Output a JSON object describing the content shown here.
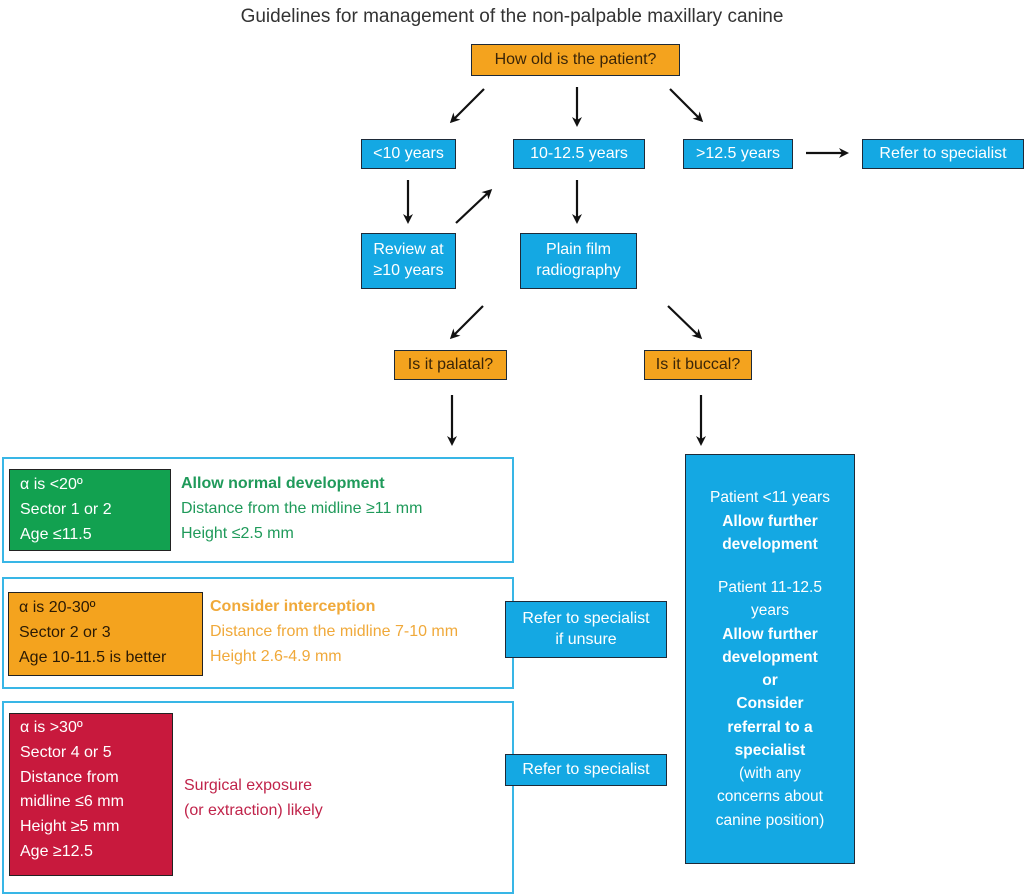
{
  "title": "Guidelines for management of the non-palpable maxillary canine",
  "nodes": {
    "age_question": "How old is the patient?",
    "under10": "<10 years",
    "age10_12": "10-12.5 years",
    "over12": ">12.5 years",
    "refer_top": "Refer to specialist",
    "review": [
      "Review at",
      "≥10 years"
    ],
    "plain_film": [
      "Plain film",
      "radiography"
    ],
    "palatal_q": "Is it palatal?",
    "buccal_q": "Is it buccal?"
  },
  "palatal": [
    {
      "criteria": [
        "α is <20º",
        "Sector 1 or 2",
        "Age ≤11.5"
      ],
      "heading": "Allow normal development",
      "details": [
        "Distance from the midline ≥11 mm",
        "Height ≤2.5 mm"
      ],
      "color": "#12a150"
    },
    {
      "criteria": [
        "α is 20-30º",
        "Sector 2 or 3",
        "Age 10-11.5 is better"
      ],
      "heading": "Consider interception",
      "details": [
        "Distance from the midline 7-10 mm",
        "Height 2.6-4.9 mm"
      ],
      "color": "#f4a31e",
      "side_action": [
        "Refer to specialist",
        "if unsure"
      ]
    },
    {
      "criteria": [
        "α is >30º",
        "Sector 4 or 5",
        "Distance from",
        "midline ≤6 mm",
        "Height ≥5 mm",
        "Age ≥12.5"
      ],
      "heading_lines": [
        "Surgical exposure",
        "(or extraction) likely"
      ],
      "color": "#c8193d",
      "side_action": [
        "Refer to specialist"
      ]
    }
  ],
  "buccal": {
    "group1_label": "Patient <11 years",
    "group1_action": [
      "Allow further",
      "development"
    ],
    "group2_label": [
      "Patient 11-12.5",
      "years"
    ],
    "group2_action": [
      "Allow further",
      "development",
      "or",
      "Consider",
      "referral to a",
      "specialist"
    ],
    "group2_note": [
      "(with any",
      "concerns about",
      "canine position)"
    ]
  },
  "colors": {
    "blue": "#14a8e3",
    "orange": "#f4a31e",
    "green": "#12a150",
    "red": "#c8193d",
    "panel_border": "#38b6e6"
  }
}
